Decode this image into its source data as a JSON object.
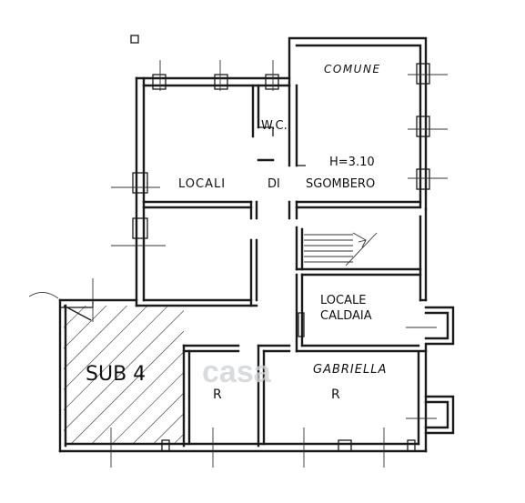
{
  "labels": {
    "wc": "W.C.",
    "comune": "COMUNE",
    "height": "H=3.10",
    "locali": "LOCALI",
    "di": "DI",
    "sgombero": "SGOMBERO",
    "locale": "LOCALE",
    "caldaia": "CALDAIA",
    "sub4": "SUB 4",
    "gabriella": "GABRIELLA",
    "room_r_left": "R",
    "room_r_right": "R"
  },
  "watermark": "casa",
  "colors": {
    "ink": "#1a1a1a",
    "paper": "#ffffff",
    "watermark": "#cfd3d6"
  }
}
